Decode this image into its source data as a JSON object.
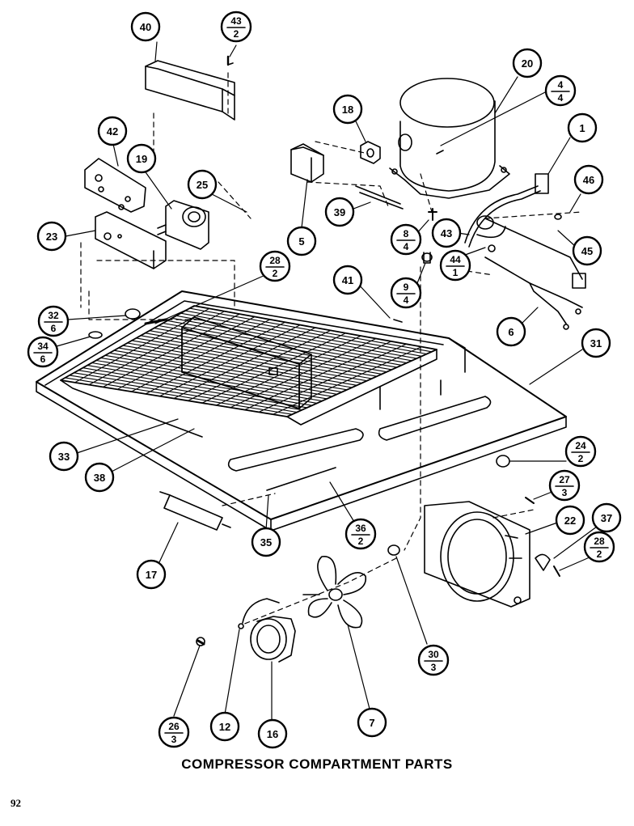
{
  "diagram": {
    "title": "COMPRESSOR COMPARTMENT PARTS",
    "page_number": "92",
    "callouts": [
      {
        "id": "c40",
        "num": "40"
      },
      {
        "id": "c43a",
        "num": "43",
        "den": "2"
      },
      {
        "id": "c42",
        "num": "42"
      },
      {
        "id": "c19",
        "num": "19"
      },
      {
        "id": "c25",
        "num": "25"
      },
      {
        "id": "c23",
        "num": "23"
      },
      {
        "id": "c18",
        "num": "18"
      },
      {
        "id": "c20",
        "num": "20"
      },
      {
        "id": "c4_4",
        "num": "4",
        "den": "4"
      },
      {
        "id": "c1",
        "num": "1"
      },
      {
        "id": "c46",
        "num": "46"
      },
      {
        "id": "c39",
        "num": "39"
      },
      {
        "id": "c5",
        "num": "5"
      },
      {
        "id": "c8_4",
        "num": "8",
        "den": "4"
      },
      {
        "id": "c43b",
        "num": "43"
      },
      {
        "id": "c44",
        "num": "44",
        "den": "1"
      },
      {
        "id": "c45",
        "num": "45"
      },
      {
        "id": "c28a",
        "num": "28",
        "den": "2"
      },
      {
        "id": "c41",
        "num": "41"
      },
      {
        "id": "c9_4",
        "num": "9",
        "den": "4"
      },
      {
        "id": "c32",
        "num": "32",
        "den": "6"
      },
      {
        "id": "c34",
        "num": "34",
        "den": "6"
      },
      {
        "id": "c6",
        "num": "6"
      },
      {
        "id": "c31",
        "num": "31"
      },
      {
        "id": "c33",
        "num": "33"
      },
      {
        "id": "c38",
        "num": "38"
      },
      {
        "id": "c24",
        "num": "24",
        "den": "2"
      },
      {
        "id": "c27",
        "num": "27",
        "den": "3"
      },
      {
        "id": "c22",
        "num": "22"
      },
      {
        "id": "c37",
        "num": "37"
      },
      {
        "id": "c28b",
        "num": "28",
        "den": "2"
      },
      {
        "id": "c36",
        "num": "36",
        "den": "2"
      },
      {
        "id": "c35",
        "num": "35"
      },
      {
        "id": "c17",
        "num": "17"
      },
      {
        "id": "c30",
        "num": "30",
        "den": "3"
      },
      {
        "id": "c26",
        "num": "26",
        "den": "3"
      },
      {
        "id": "c12",
        "num": "12"
      },
      {
        "id": "c16",
        "num": "16"
      },
      {
        "id": "c7",
        "num": "7"
      }
    ]
  }
}
